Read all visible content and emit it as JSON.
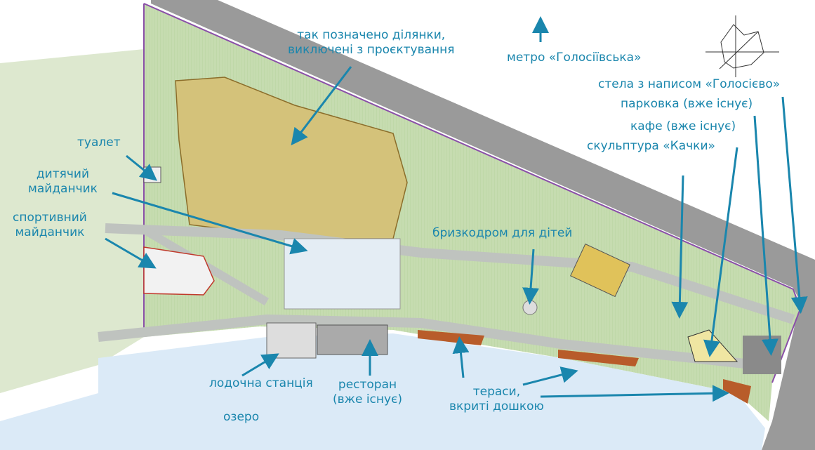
{
  "colors": {
    "label": "#1a86ad",
    "arrow": "#1a86ad",
    "park": "#c6dcb0",
    "lake": "#dbeaf7",
    "road": "#9a9a9a",
    "excluded": "#d4c27a",
    "boundary": "#8a4fa8"
  },
  "labels": {
    "excluded_line1": "так позначено ділянки,",
    "excluded_line2": "виключені з проєктування",
    "metro": "метро «Голосіївська»",
    "stela": "стела з написом «Голосієво»",
    "parking": "парковка (вже існує)",
    "cafe": "кафе (вже існує)",
    "sculpture": "скульптура «Качки»",
    "toilet": "туалет",
    "playground_line1": "дитячий",
    "playground_line2": "майданчик",
    "sports_line1": "спортивний",
    "sports_line2": "майданчик",
    "splash": "бризкодром для дітей",
    "boat_station": "лодочна станція",
    "restaurant_line1": "ресторан",
    "restaurant_line2": "(вже існує)",
    "terraces_line1": "тераси,",
    "terraces_line2": "вкриті дошкою",
    "lake": "озеро"
  }
}
